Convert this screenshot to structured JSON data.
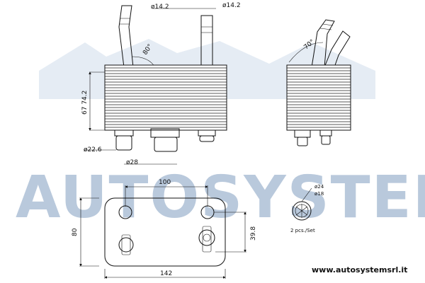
{
  "watermark": {
    "text": "AUTOSYSTEM",
    "color": "#b9c9dc"
  },
  "website": "www.autosystemsrl.it",
  "front_view": {
    "pipe_left_diameter": "ø14.2",
    "pipe_right_diameter": "ø14.2",
    "angle_label": "80°",
    "height_dims": "67  74.2",
    "port_left_diameter": "ø22.6",
    "port_center_diameter": "ø28"
  },
  "side_view": {
    "angle_label": "70°"
  },
  "bottom_view": {
    "hole_spacing": "100",
    "width": "142",
    "height": "80",
    "hole_offset": "39.8"
  },
  "detail": {
    "outer_diameter": "ø24",
    "inner_diameter": "ø18",
    "note": "2 pcs./Set"
  }
}
